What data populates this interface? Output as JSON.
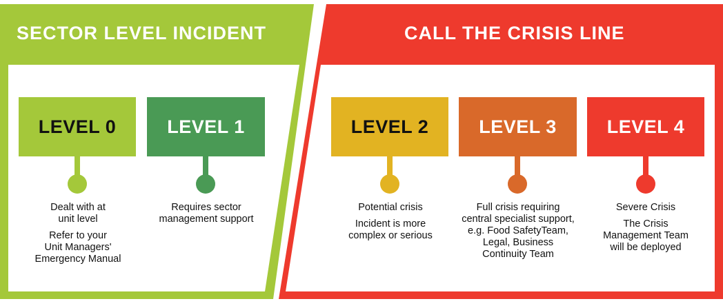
{
  "sections": [
    {
      "title": "SECTOR LEVEL INCIDENT",
      "color": "#a4c83a",
      "levels": [
        {
          "label": "LEVEL 0",
          "color": "#a4c83a",
          "text_color": "#111111",
          "description": [
            "Dealt with at\nunit level",
            "Refer to your\nUnit Managers'\nEmergency Manual"
          ]
        },
        {
          "label": "LEVEL 1",
          "color": "#4a9a55",
          "text_color": "#ffffff",
          "description": [
            "Requires sector\nmanagement support"
          ]
        }
      ]
    },
    {
      "title": "CALL THE CRISIS LINE",
      "color": "#ee3a2d",
      "levels": [
        {
          "label": "LEVEL 2",
          "color": "#e2b322",
          "text_color": "#111111",
          "description": [
            "Potential crisis",
            "Incident is more\ncomplex or serious"
          ]
        },
        {
          "label": "LEVEL 3",
          "color": "#d9692a",
          "text_color": "#ffffff",
          "description": [
            "Full crisis requiring\ncentral specialist support,\ne.g. Food SafetyTeam,\nLegal, Business\nContinuity Team"
          ]
        },
        {
          "label": "LEVEL 4",
          "color": "#ee3a2d",
          "text_color": "#ffffff",
          "description": [
            "Severe Crisis",
            "The Crisis\nManagement Team\nwill be deployed"
          ]
        }
      ]
    }
  ]
}
